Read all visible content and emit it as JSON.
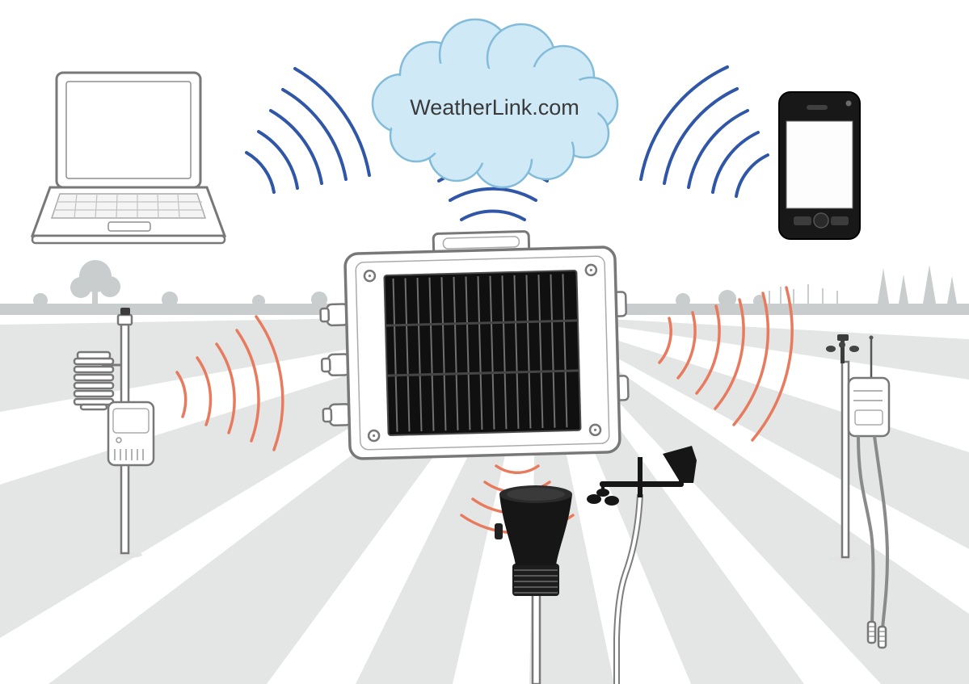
{
  "diagram": {
    "cloud": {
      "label": "WeatherLink.com"
    },
    "nodes": [
      {
        "id": "laptop",
        "name": "laptop-computer-icon"
      },
      {
        "id": "cloud",
        "name": "weatherlink-cloud-icon"
      },
      {
        "id": "smartphone",
        "name": "smartphone-icon"
      },
      {
        "id": "gateway",
        "name": "solar-powered-gateway-icon"
      },
      {
        "id": "left-station",
        "name": "temperature-humidity-station-icon"
      },
      {
        "id": "rain-collector",
        "name": "rain-collector-icon"
      },
      {
        "id": "anemometer",
        "name": "anemometer-wind-vane-icon"
      },
      {
        "id": "right-station",
        "name": "soil-moisture-station-icon"
      }
    ],
    "links": [
      {
        "from": "laptop",
        "to": "cloud",
        "type": "internet",
        "color_key": "wave_blue"
      },
      {
        "from": "cloud",
        "to": "smartphone",
        "type": "internet",
        "color_key": "wave_blue"
      },
      {
        "from": "gateway",
        "to": "cloud",
        "type": "internet",
        "color_key": "wave_blue"
      },
      {
        "from": "gateway",
        "to": "left-station",
        "type": "radio",
        "color_key": "wave_orange"
      },
      {
        "from": "gateway",
        "to": "right-station",
        "type": "radio",
        "color_key": "wave_orange"
      },
      {
        "from": "gateway",
        "to": "field-sensors",
        "type": "radio",
        "color_key": "wave_orange"
      }
    ]
  },
  "colors": {
    "background": "#ffffff",
    "wave_blue": "#3057a7",
    "wave_orange": "#e87a5e",
    "cloud_fill": "#cfe9f6",
    "cloud_stroke": "#82bcd9",
    "field_stripe": "#e4e6e6",
    "horizon_silhouette": "#c9cdcd",
    "line_gray": "#787878",
    "device_dark": "#161616"
  }
}
